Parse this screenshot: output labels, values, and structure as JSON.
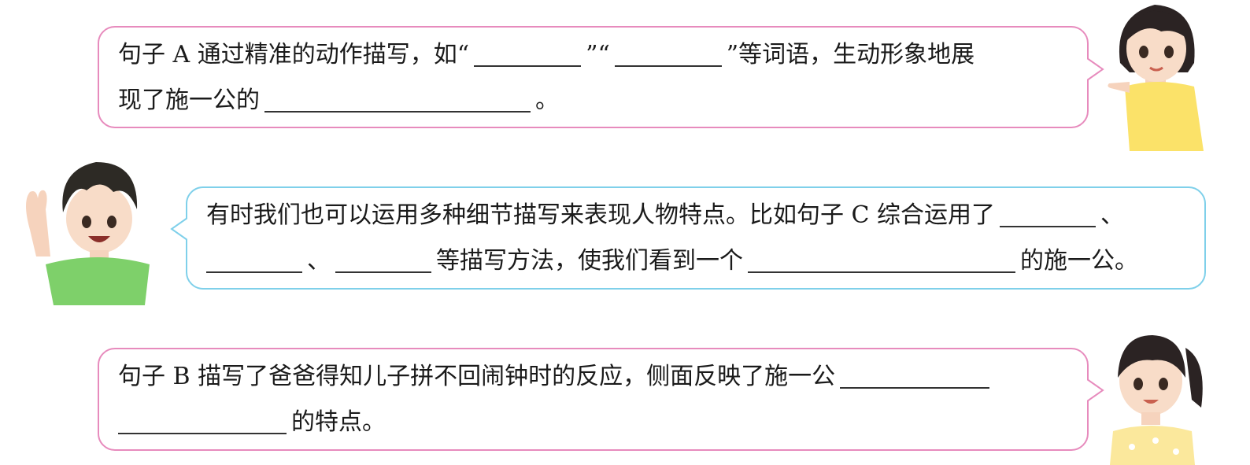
{
  "bubble_a": {
    "line1_a": "句子 A 通过精准的动作描写，如",
    "q_open_1": "“",
    "q_close_1": "”",
    "q_open_2": "“",
    "q_close_2": "”",
    "line1_b": "等词语，生动形象地展",
    "line2_a": "现了施一公的",
    "line2_end": "。"
  },
  "bubble_c": {
    "line1_a": "有时我们也可以运用多种细节描写来表现人物特点。比如句子 C 综合运用了",
    "sep": "、",
    "line2_sep": "、",
    "line2_b": "等描写方法，使我们看到一个",
    "line2_end": "的施一公。"
  },
  "bubble_b": {
    "line1_a": "句子 B 描写了爸爸得知儿子拼不回闹钟时的反应，侧面反映了施一公",
    "line2_end": "的特点。"
  },
  "colors": {
    "pink_border": "#e78bbd",
    "blue_border": "#7fd0ea",
    "girl_shirt": "#fbe269",
    "boy_shirt": "#7ed06a"
  },
  "icons": [
    "girl-pointing",
    "boy-waving",
    "girl-ponytail"
  ]
}
